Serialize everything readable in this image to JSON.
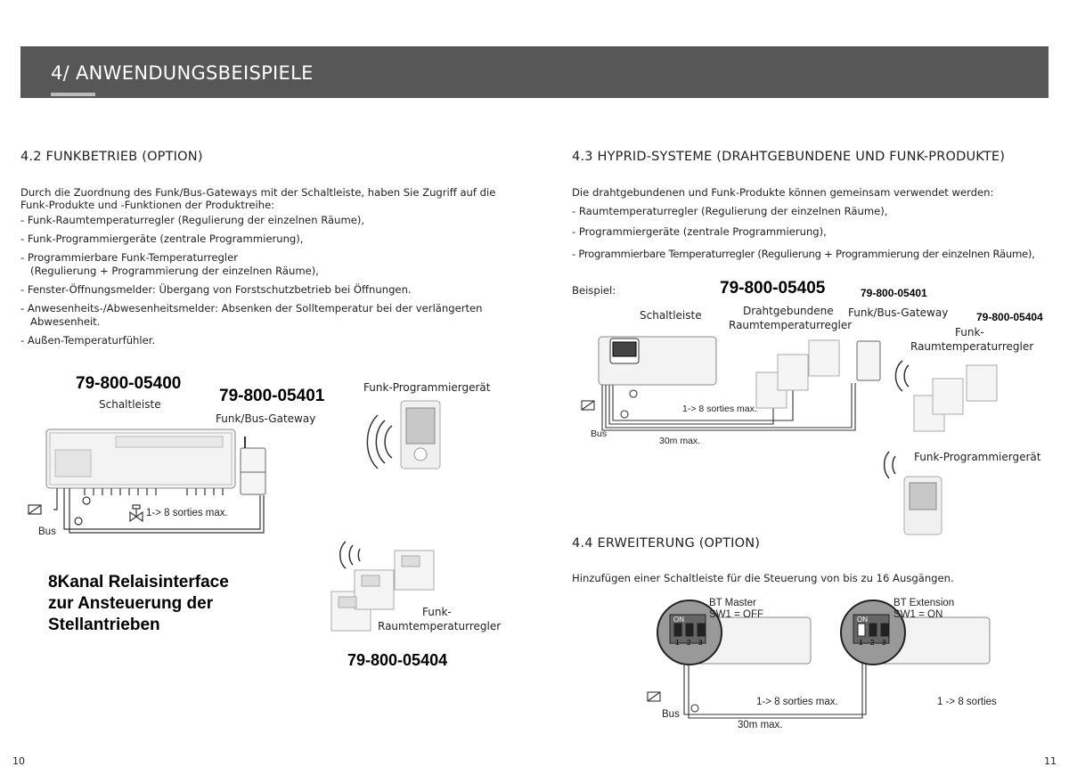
{
  "header": {
    "title": "4/ ANWENDUNGSBEISPIELE"
  },
  "left": {
    "section_title": "4.2  FUNKBETRIEB (OPTION)",
    "intro_line1": "Durch die Zuordnung des Funk/Bus-Gateways mit der Schaltleiste, haben Sie Zugriff auf die",
    "intro_line2": "Funk-Produkte und -Funktionen der Produktreihe:",
    "bullets": [
      "-  Funk-Raumtemperaturregler (Regulierung der einzelnen Räume),",
      "-  Funk-Programmiergeräte (zentrale Programmierung),",
      "-  Programmierbare Funk-Temperaturregler",
      "   (Regulierung + Programmierung der einzelnen Räume),",
      "-  Fenster-Öffnungsmelder: Übergang von Forstschutzbetrieb bei Öffnungen.",
      "-  Anwesenheits-/Abwesenheitsmelder: Absenken der Solltemperatur bei der verlängerten",
      "   Abwesenheit.",
      "-  Außen-Temperaturfühler."
    ],
    "diagram": {
      "num_schaltleiste": "79-800-05400",
      "lbl_schaltleiste": "Schaltleiste",
      "num_gateway": "79-800-05401",
      "lbl_gateway": "Funk/Bus-Gateway",
      "lbl_programmer": "Funk-Programmiergerät",
      "lbl_sorties": "1-> 8 sorties max.",
      "lbl_bus": "Bus",
      "lbl_thermo_1": "Funk-",
      "lbl_thermo_2": "Raumtemperaturregler",
      "num_thermo": "79-800-05404",
      "note_1": "8Kanal Relaisinterface",
      "note_2": "zur Ansteuerung der",
      "note_3": "Stellantrieben"
    },
    "page_number": "10"
  },
  "right": {
    "section_title_43": "4.3  HYPRID-SYSTEME (DRAHTGEBUNDENE UND FUNK-PRODUKTE)",
    "intro_43": "Die drahtgebundenen und Funk-Produkte können gemeinsam verwendet werden:",
    "bullets_43": [
      "-  Raumtemperaturregler (Regulierung der einzelnen Räume),",
      "-  Programmiergeräte (zentrale Programmierung),",
      "-  Programmierbare Temperaturregler (Regulierung + Programmierung der einzelnen Räume),"
    ],
    "beispiel": "Beispiel:",
    "diagram": {
      "num_main": "79-800-05405",
      "num_gateway": "79-800-05401",
      "num_funk": "79-800-05404",
      "lbl_schaltleiste": "Schaltleiste",
      "lbl_wired_1": "Drahtgebundene",
      "lbl_wired_2": "Raumtemperaturregler",
      "lbl_gateway": "Funk/Bus-Gateway",
      "lbl_funk_1": "Funk-",
      "lbl_funk_2": "Raumtemperaturregler",
      "lbl_sorties": "1-> 8 sorties max.",
      "lbl_bus": "Bus",
      "lbl_30m": "30m max.",
      "lbl_programmer": "Funk-Programmiergerät"
    },
    "section_title_44": "4.4  ERWEITERUNG (OPTION)",
    "intro_44": "Hinzufügen einer Schaltleiste für die Steuerung von bis zu 16 Ausgängen.",
    "diagram44": {
      "master_1": "BT Master",
      "master_2": "SW1 = OFF",
      "ext_1": "BT Extension",
      "ext_2": "SW1 = ON",
      "sw_on": "ON",
      "sw_1": "1",
      "sw_2": "2",
      "sw_3": "3",
      "lbl_sorties_1": "1-> 8 sorties max.",
      "lbl_sorties_2": "1 -> 8 sorties",
      "lbl_bus": "Bus",
      "lbl_30m": "30m max."
    },
    "page_number": "11"
  }
}
